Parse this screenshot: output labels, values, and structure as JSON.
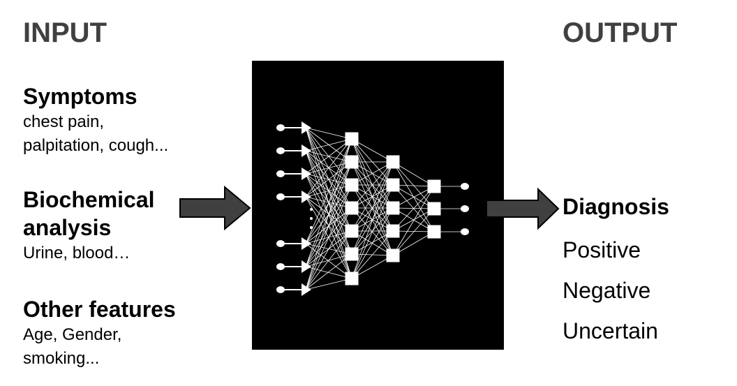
{
  "input": {
    "heading": "INPUT",
    "groups": [
      {
        "title": "Symptoms",
        "desc": [
          "chest pain,",
          "palpitation, cough..."
        ]
      },
      {
        "title": "Biochemical\nanalysis",
        "title_lines": [
          "Biochemical",
          "analysis"
        ],
        "desc": [
          "Urine, blood…"
        ]
      },
      {
        "title": "Other features",
        "desc": [
          "Age, Gender,",
          "smoking..."
        ]
      }
    ]
  },
  "output": {
    "heading": "OUTPUT",
    "title": "Diagnosis",
    "options": [
      "Positive",
      "Negative",
      "Uncertain"
    ]
  },
  "network": {
    "layer_sizes": [
      7,
      7,
      5,
      3
    ],
    "colors": {
      "box": "#000000",
      "node": "#ffffff",
      "arrow": "#404040"
    }
  }
}
